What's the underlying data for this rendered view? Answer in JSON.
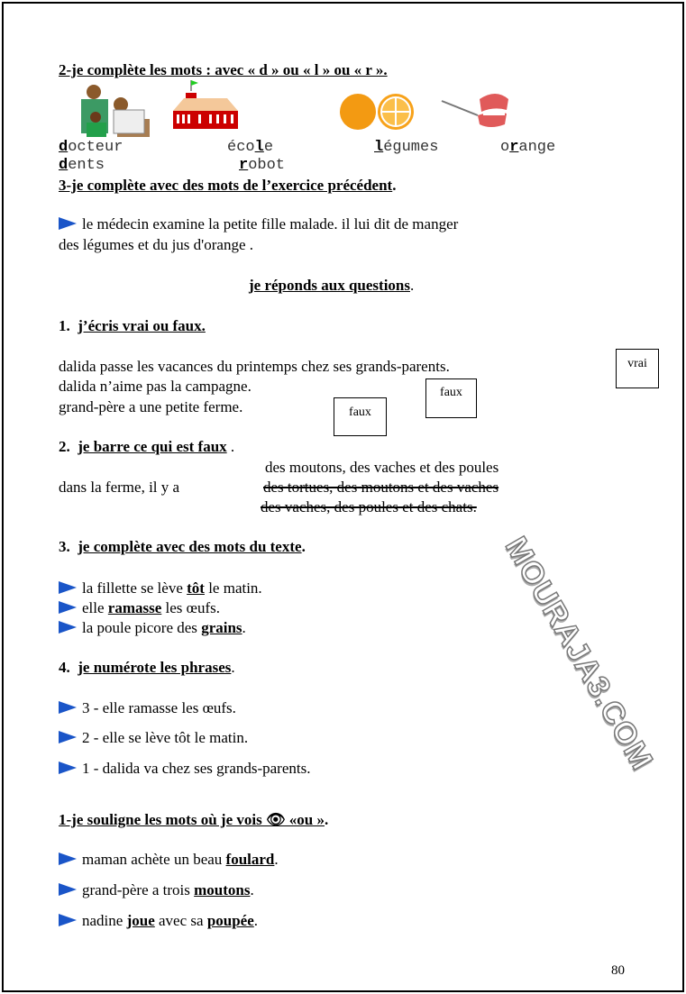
{
  "ex2": {
    "title": "2-je complète les mots : avec «  d »  ou  « l » ou «  r ».",
    "words": [
      {
        "letter": "d",
        "rest": "octeur",
        "pre": ""
      },
      {
        "pre": "éco",
        "letter": "l",
        "rest": "e"
      },
      {
        "pre": "",
        "letter": "l",
        "rest": "égumes"
      },
      {
        "pre": "o",
        "letter": "r",
        "rest": "ange"
      },
      {
        "pre": "",
        "letter": "d",
        "rest": "ents"
      },
      {
        "pre": "",
        "letter": "r",
        "rest": "obot"
      }
    ]
  },
  "ex3": {
    "title": "3-je complète avec des mots de l’exercice précédent",
    "title_end": ".",
    "line1": "le médecin examine la petite fille malade. il lui dit de manger",
    "line2": "des légumes et du jus d'orange ."
  },
  "questions_title": "je réponds aux questions",
  "questions_title_end": ".",
  "q1": {
    "num": "1.",
    "title": "j’écris vrai ou faux.",
    "lines": [
      "dalida passe les vacances du printemps chez ses grands-parents.",
      "dalida n’aime pas la campagne.",
      "grand-père a une petite ferme."
    ],
    "answers": [
      "vrai",
      "faux",
      "faux"
    ]
  },
  "q2": {
    "num": "2.",
    "title": "je barre ce qui est faux",
    "end": " .",
    "stem": "dans la ferme, il y a",
    "options": [
      "des moutons, des vaches et des poules",
      "des tortues, des moutons et des vaches",
      "des vaches, des poules et des chats."
    ]
  },
  "q3": {
    "num": "3.",
    "title": "je complète avec des mots du texte",
    "end": ".",
    "items": [
      {
        "a": "la fillette se lève ",
        "w": "tôt",
        "b": " le matin."
      },
      {
        "a": "elle ",
        "w": "ramasse",
        "b": " les œufs."
      },
      {
        "a": "la poule picore des ",
        "w": "grains",
        "b": "."
      }
    ]
  },
  "q4": {
    "num": "4.",
    "title": "je numérote les phrases",
    "end": ".",
    "items": [
      "3 - elle ramasse les œufs.",
      "2 - elle se lève tôt le matin.",
      "1 - dalida va chez ses grands-parents."
    ]
  },
  "ex1": {
    "title": "1-je souligne les mots où je vois 👁 «ou »",
    "end": ".",
    "items": [
      {
        "a": "maman achète un beau ",
        "w": "foulard",
        "b": ".",
        "w2": "",
        "c": ""
      },
      {
        "a": "grand-père a trois ",
        "w": "moutons",
        "b": ".",
        "w2": "",
        "c": ""
      },
      {
        "a": "nadine ",
        "w": "joue",
        "b": " avec sa ",
        "w2": "poupée",
        "c": "."
      }
    ]
  },
  "watermark": "MOURAJA3.COM",
  "page_number": "80"
}
